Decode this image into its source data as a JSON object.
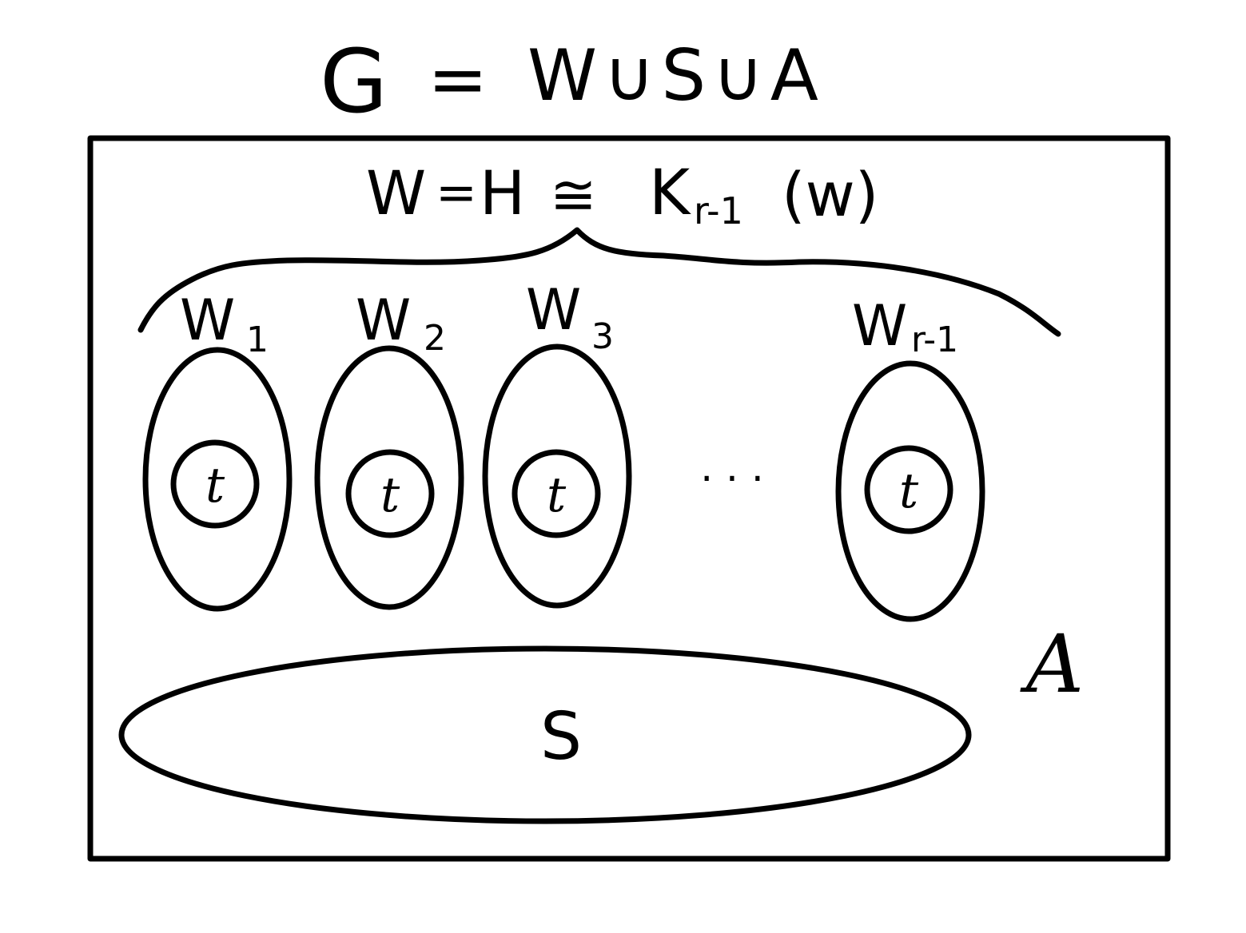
{
  "title": {
    "lhs": "G",
    "eq": "=",
    "rhs": "W∪S∪A"
  },
  "top_formula": {
    "lhs": "W",
    "eq1": "=",
    "h": "H",
    "approx": "≅",
    "k": "K",
    "k_sub": "r-1",
    "arg": "(w)"
  },
  "parts": [
    {
      "letter": "W",
      "sub": "1",
      "inner": "t"
    },
    {
      "letter": "W",
      "sub": "2",
      "inner": "t"
    },
    {
      "letter": "W",
      "sub": "3",
      "inner": "t"
    },
    {
      "letter": "W",
      "sub": "r-1",
      "inner": "t"
    }
  ],
  "ellipsis": ". . .",
  "set_s": "S",
  "set_a": "A"
}
